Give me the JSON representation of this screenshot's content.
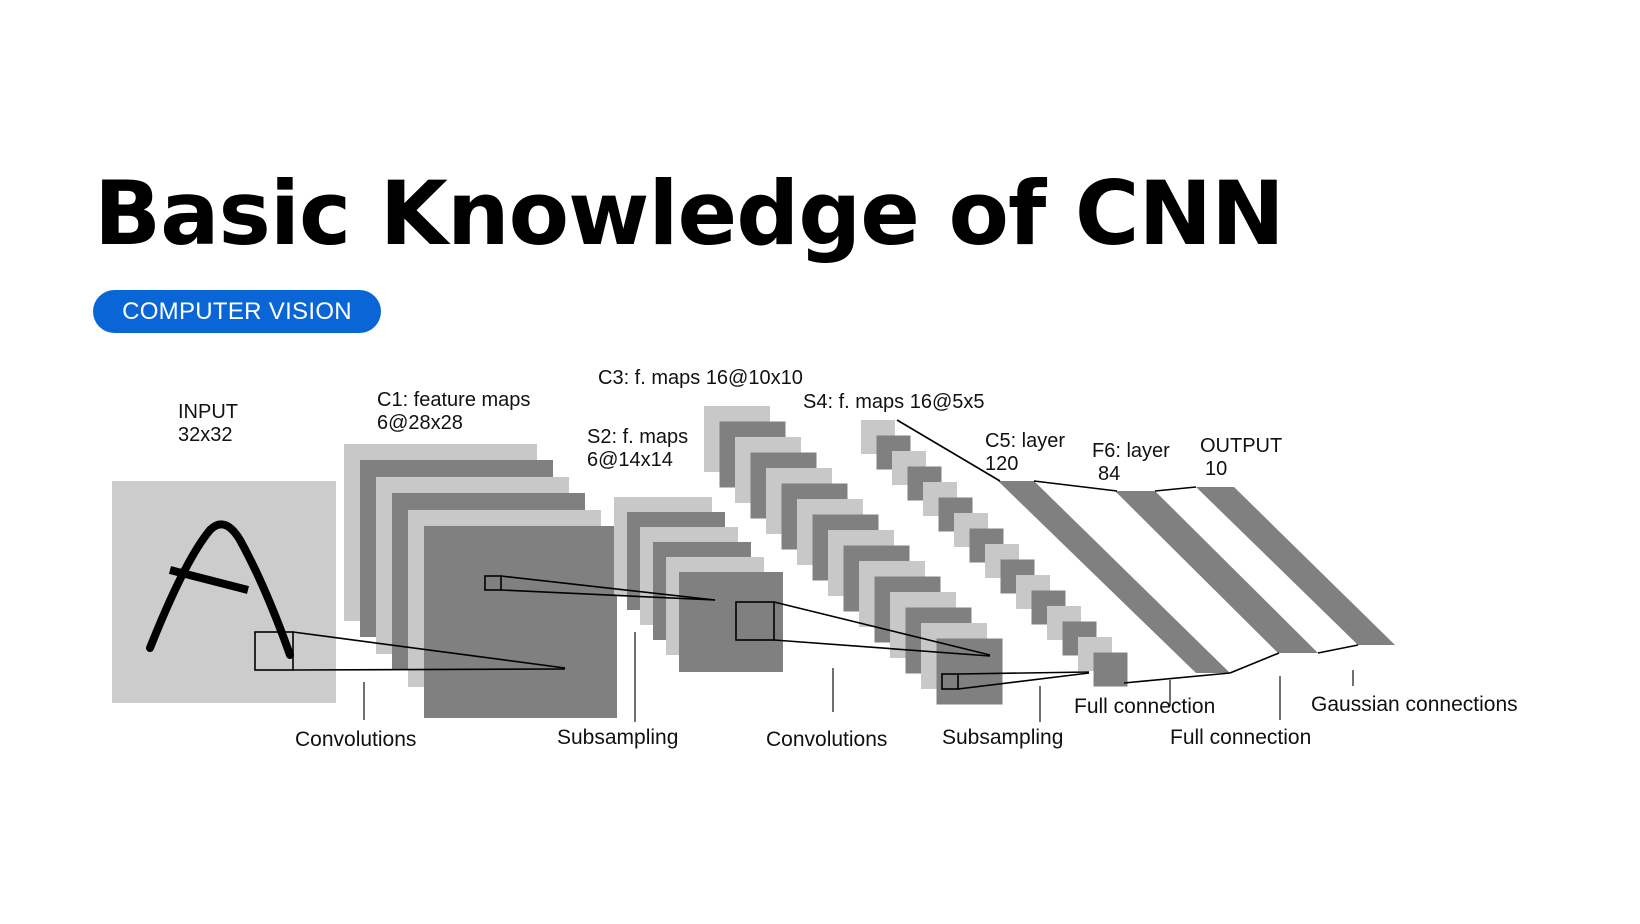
{
  "title": "Basic Knowledge of CNN",
  "badge": "COMPUTER VISION",
  "colors": {
    "badge_bg": "#0a66d6",
    "map_light": "#c8c8c8",
    "map_dark": "#808080",
    "input_bg": "#cccccc"
  },
  "diagram": {
    "layers": {
      "input": [
        "INPUT",
        "32x32"
      ],
      "c1": [
        "C1: feature maps",
        "6@28x28"
      ],
      "s2": [
        "S2: f. maps",
        "6@14x14"
      ],
      "c3": [
        "C3: f. maps 16@10x10"
      ],
      "s4": [
        "S4: f. maps 16@5x5"
      ],
      "c5": [
        "C5: layer",
        "120"
      ],
      "f6": [
        "F6: layer",
        "84"
      ],
      "output": [
        "OUTPUT",
        "10"
      ]
    },
    "operations": {
      "conv1": "Convolutions",
      "sub1": "Subsampling",
      "conv2": "Convolutions",
      "sub2": "Subsampling",
      "full1": "Full connection",
      "full2": "Full connection",
      "gauss": "Gaussian connections"
    }
  }
}
